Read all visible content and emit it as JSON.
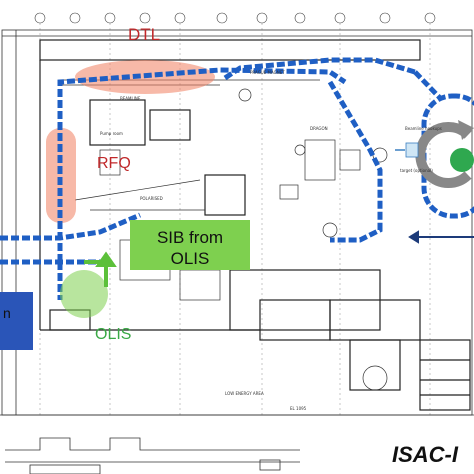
{
  "labels": {
    "dtl": "DTL",
    "rfq": "RFQ",
    "sib_line1": "SIB from",
    "sib_line2": "OLIS",
    "olis": "OLIS",
    "isac": "ISAC-I",
    "left_box": "n",
    "floor_note": "LOW ENERGY AREA",
    "notch_text": "Beamline hookups",
    "target_note": "target (optional)"
  },
  "colors": {
    "beamline": "#1f5fc4",
    "highlight_red": "#f08060",
    "sib_box": "#7ed04f",
    "olis_text": "#3aa845",
    "dtl_text": "#c0282a",
    "left_box": "#2a55b8",
    "ring_green": "#2fa84f",
    "drawing": "#222222"
  },
  "icons": [
    "arrow-left-icon",
    "arrow-up-icon",
    "ring-arrow-icon"
  ]
}
